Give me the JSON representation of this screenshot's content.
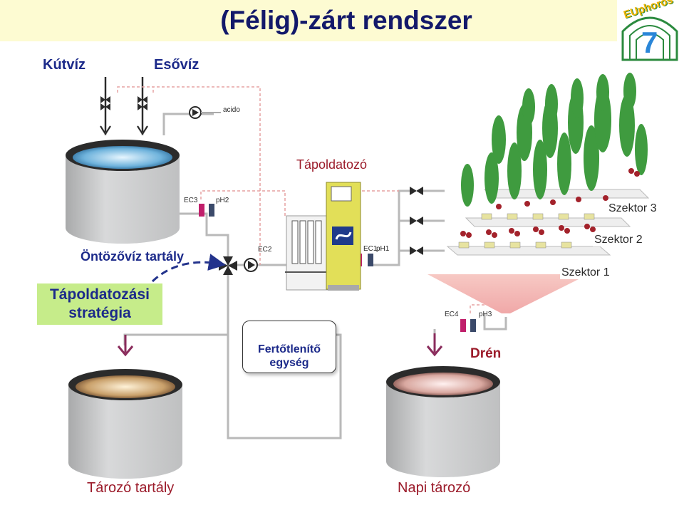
{
  "title": "(Félig)-zárt rendszer",
  "labels": {
    "kutviz": "Kútvíz",
    "esoviz": "Esővíz",
    "acido": "acido",
    "tapoldatozo": "Tápoldatozó",
    "ontozoviz_tartaly": "Öntözővíz tartály",
    "strategy": "Tápoldatozási stratégia",
    "ec3": "EC3",
    "ph2": "pH2",
    "ec2": "EC2",
    "ec1": "EC1",
    "ph1": "pH1",
    "ec4": "EC4",
    "ph3": "pH3",
    "disinfection": "Fertőtlenítő egység",
    "dren": "Drén",
    "tarolo_tartaly": "Tározó tartály",
    "napi_tarolo": "Napi tározó",
    "sector1": "Szektor 1",
    "sector2": "Szektor 2",
    "sector3": "Szektor 3",
    "logo_text": "EUphoros",
    "logo_number": "7"
  },
  "colors": {
    "title": "#13196a",
    "label_blue": "#1c2a8a",
    "label_red": "#9b1b2a",
    "strategy_bg": "#c6ec8a",
    "tank_grey": "#c9cacb",
    "pipe_grey": "#b8b8b8",
    "dashed_red": "#e8a0a0",
    "machine_yellow": "#e2e05a",
    "funnel_pink": "#f3b7b7"
  }
}
